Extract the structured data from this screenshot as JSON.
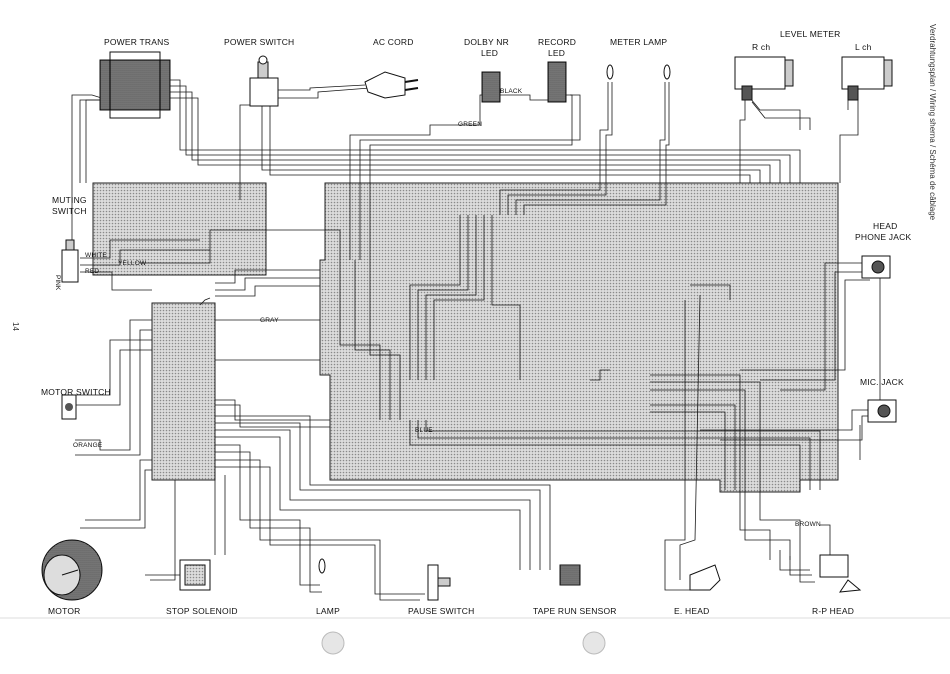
{
  "components": {
    "power_trans": "POWER TRANS",
    "power_switch": "POWER SWITCH",
    "ac_cord": "AC CORD",
    "dolby_led_1": "DOLBY NR",
    "dolby_led_2": "LED",
    "record_led_1": "RECORD",
    "record_led_2": "LED",
    "meter_lamp": "METER LAMP",
    "level_meter": "LEVEL METER",
    "r_ch": "R ch",
    "l_ch": "L ch",
    "muting_1": "MUTING",
    "muting_2": "SWITCH",
    "head_phone_1": "HEAD",
    "head_phone_2": "PHONE JACK",
    "motor_switch": "MOTOR SWITCH",
    "mic_jack": "MIC. JACK",
    "motor": "MOTOR",
    "stop_solenoid": "STOP SOLENOID",
    "lamp": "LAMP",
    "pause_switch": "PAUSE SWITCH",
    "tape_run_sensor": "TAPE RUN SENSOR",
    "e_head": "E. HEAD",
    "rp_head": "R-P HEAD"
  },
  "side_title": "Verdrahtungsplan / Wiring sherna / Schéma de câblage",
  "page_number": "14",
  "wire_colors": {
    "red": "RED",
    "white": "WHITE",
    "black": "BLACK",
    "blue": "BLUE",
    "brown": "BROWN",
    "green": "GREEN",
    "gray": "GRAY",
    "yellow": "YELLOW",
    "orange": "ORANGE",
    "pink": "PINK"
  },
  "colors": {
    "board_fill": "#cfcfcf",
    "wire": "#1a1a1a",
    "paper": "#ffffff"
  }
}
